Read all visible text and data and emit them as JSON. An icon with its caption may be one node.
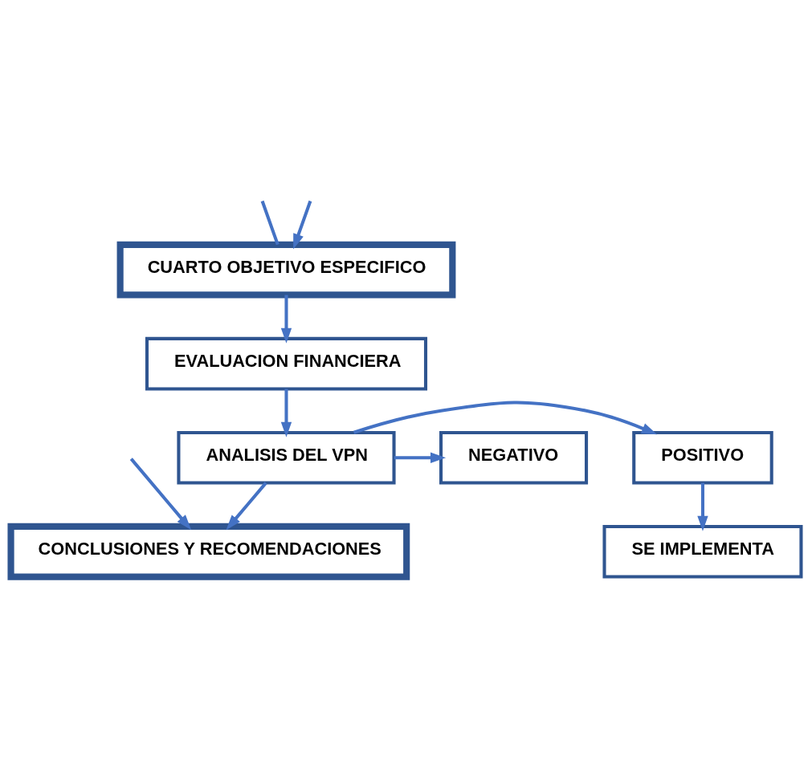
{
  "diagram": {
    "nodes": [
      {
        "text": [
          "CUARTO OBJETIVO ESPECIFICO"
        ]
      },
      {
        "text": [
          "EVALUACION FINANCIERA"
        ]
      },
      {
        "text": [
          "POSITIVO"
        ]
      },
      {
        "text": [
          "ANALISIS DEL VPN"
        ]
      },
      {
        "text": [
          "NEGATIVO"
        ]
      },
      {
        "text": [
          "SE IMPLEMENTA"
        ]
      },
      {
        "text": [
          "CONCLUSIONES Y RECOMENDACIONES"
        ]
      }
    ],
    "edges": [
      {
        "from": null,
        "to": 0,
        "arrow": "none"
      },
      {
        "from": null,
        "to": 0,
        "arrow": "to"
      },
      {
        "from": 0,
        "to": 1,
        "arrow": "to"
      },
      {
        "from": 1,
        "to": 3,
        "arrow": "to"
      },
      {
        "from": 3,
        "to": 2,
        "arrow": "to"
      },
      {
        "from": 3,
        "to": 4,
        "arrow": "to"
      },
      {
        "from": 2,
        "to": 5,
        "arrow": "to"
      },
      {
        "from": 3,
        "to": 6,
        "arrow": "to"
      },
      {
        "from": null,
        "to": 6,
        "arrow": "to"
      }
    ]
  }
}
